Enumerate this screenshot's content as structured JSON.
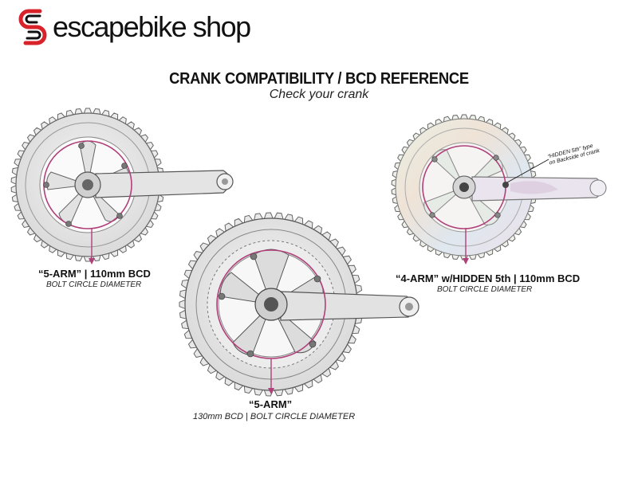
{
  "brand": {
    "name": "escapebike shop",
    "accent_color": "#d8232a"
  },
  "header": {
    "title": "CRANK COMPATIBILITY / BCD REFERENCE",
    "subtitle": "Check your crank"
  },
  "cranks": [
    {
      "label": "“5-ARM” | 110mm BCD",
      "sublabel": "BOLT CIRCLE DIAMETER"
    },
    {
      "label": "“5-ARM”",
      "sublabel": "130mm BCD  | BOLT CIRCLE DIAMETER"
    },
    {
      "label": "“4-ARM” w/HIDDEN 5th | 110mm BCD",
      "sublabel": "BOLT CIRCLE DIAMETER",
      "note_line1": "“HIDDEN 5th” type",
      "note_line2": "on Backside of crank"
    }
  ],
  "colors": {
    "bcd_circle": "#b0407a",
    "outline": "#555555",
    "metal": "#e6e6e6"
  }
}
